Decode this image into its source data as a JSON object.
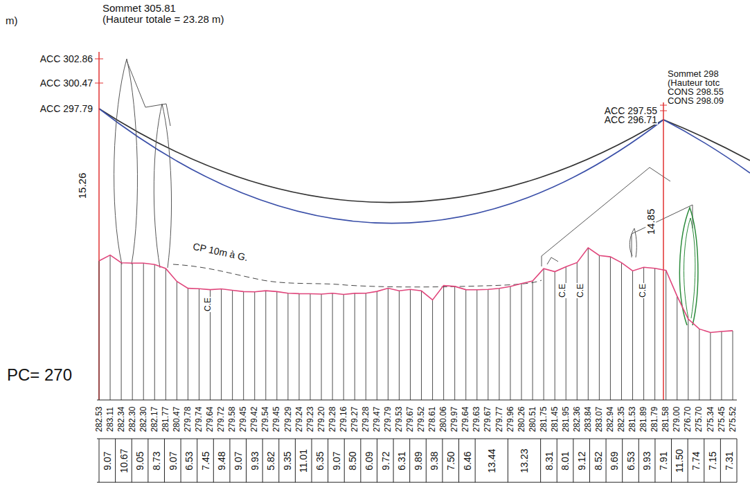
{
  "diagram": {
    "labels": [
      "m)",
      "Sommet 305.81",
      "(Hauteur totale = 23.28 m)",
      "ACC 302.86",
      "ACC 300.47",
      "ACC 297.79",
      "15.26",
      "CP 10m à G.",
      "C.E",
      "C.E",
      "C.E",
      "C.E",
      "Sommet 298",
      "(Hauteur totc",
      "CONS 298.55",
      "CONS 298.09",
      "ACC 297.55",
      "ACC 296.71",
      "14.85",
      "PC= 270",
      "282.53",
      "283.11",
      "282.34",
      "282.30",
      "282.30",
      "282.17",
      "281.77",
      "280.47",
      "279.78",
      "279.74",
      "279.64",
      "279.72",
      "279.58",
      "279.45",
      "279.42",
      "279.54",
      "279.45",
      "279.29",
      "279.24",
      "279.23",
      "279.20",
      "279.28",
      "279.16",
      "279.27",
      "279.28",
      "279.47",
      "279.79",
      "279.53",
      "279.67",
      "279.52",
      "278.61",
      "280.06",
      "279.97",
      "279.64",
      "279.63",
      "279.67",
      "279.77",
      "279.96",
      "280.26",
      "280.51",
      "281.75",
      "281.45",
      "281.95",
      "282.36",
      "283.84",
      "283.07",
      "282.94",
      "282.35",
      "281.53",
      "281.89",
      "281.79",
      "281.58",
      "279.00",
      "276.70",
      "275.70",
      "275.34",
      "275.45",
      "275.52",
      "9.07",
      "10.67",
      "9.05",
      "8.73",
      "9.07",
      "6.53",
      "7.45",
      "9.48",
      "9.07",
      "9.93",
      "5.82",
      "9.35",
      "11.01",
      "6.35",
      "9.07",
      "8.50",
      "6.09",
      "9.72",
      "6.31",
      "9.89",
      "9.38",
      "7.50",
      "6.46",
      "13.44",
      "13.23",
      "8.31",
      "8.01",
      "9.12",
      "8.52",
      "9.69",
      "6.53",
      "9.93",
      "7.91",
      "11.50",
      "7.74",
      "7.15",
      "7.31"
    ]
  }
}
